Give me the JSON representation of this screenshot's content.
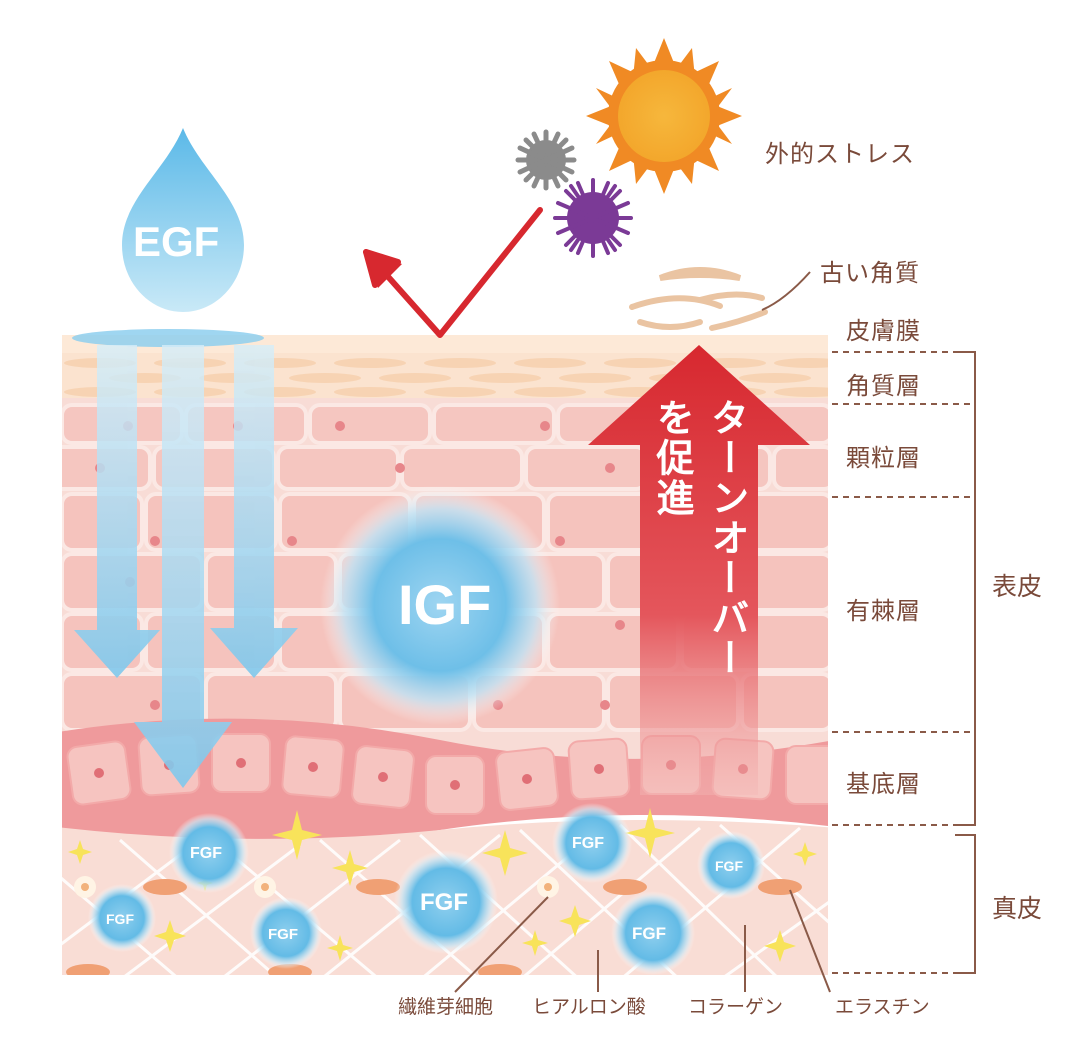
{
  "factors": {
    "egf": "EGF",
    "igf": "IGF",
    "fgf": "FGF"
  },
  "arrow_text": {
    "line1": "ターンオーバー",
    "line2": "を促進"
  },
  "labels_top": {
    "stress": "外的ストレス",
    "old_keratin": "古い角質",
    "sebum_film": "皮膚膜"
  },
  "layers": {
    "stratum_corneum": "角質層",
    "granular": "顆粒層",
    "spinous": "有棘層",
    "basal": "基底層"
  },
  "groups": {
    "epidermis": "表皮",
    "dermis": "真皮"
  },
  "dermis_components": {
    "fibroblast": "繊維芽細胞",
    "hyaluronic_acid": "ヒアルロン酸",
    "collagen": "コラーゲン",
    "elastin": "エラスチン"
  },
  "colors": {
    "label_brown": "#7a4a3a",
    "red_arrow": "#d7282f",
    "blue": "#6ec1e8",
    "skin_pink": "#f6c9c2",
    "sun_orange": "#f08a24",
    "virus_purple": "#7b3a96"
  }
}
